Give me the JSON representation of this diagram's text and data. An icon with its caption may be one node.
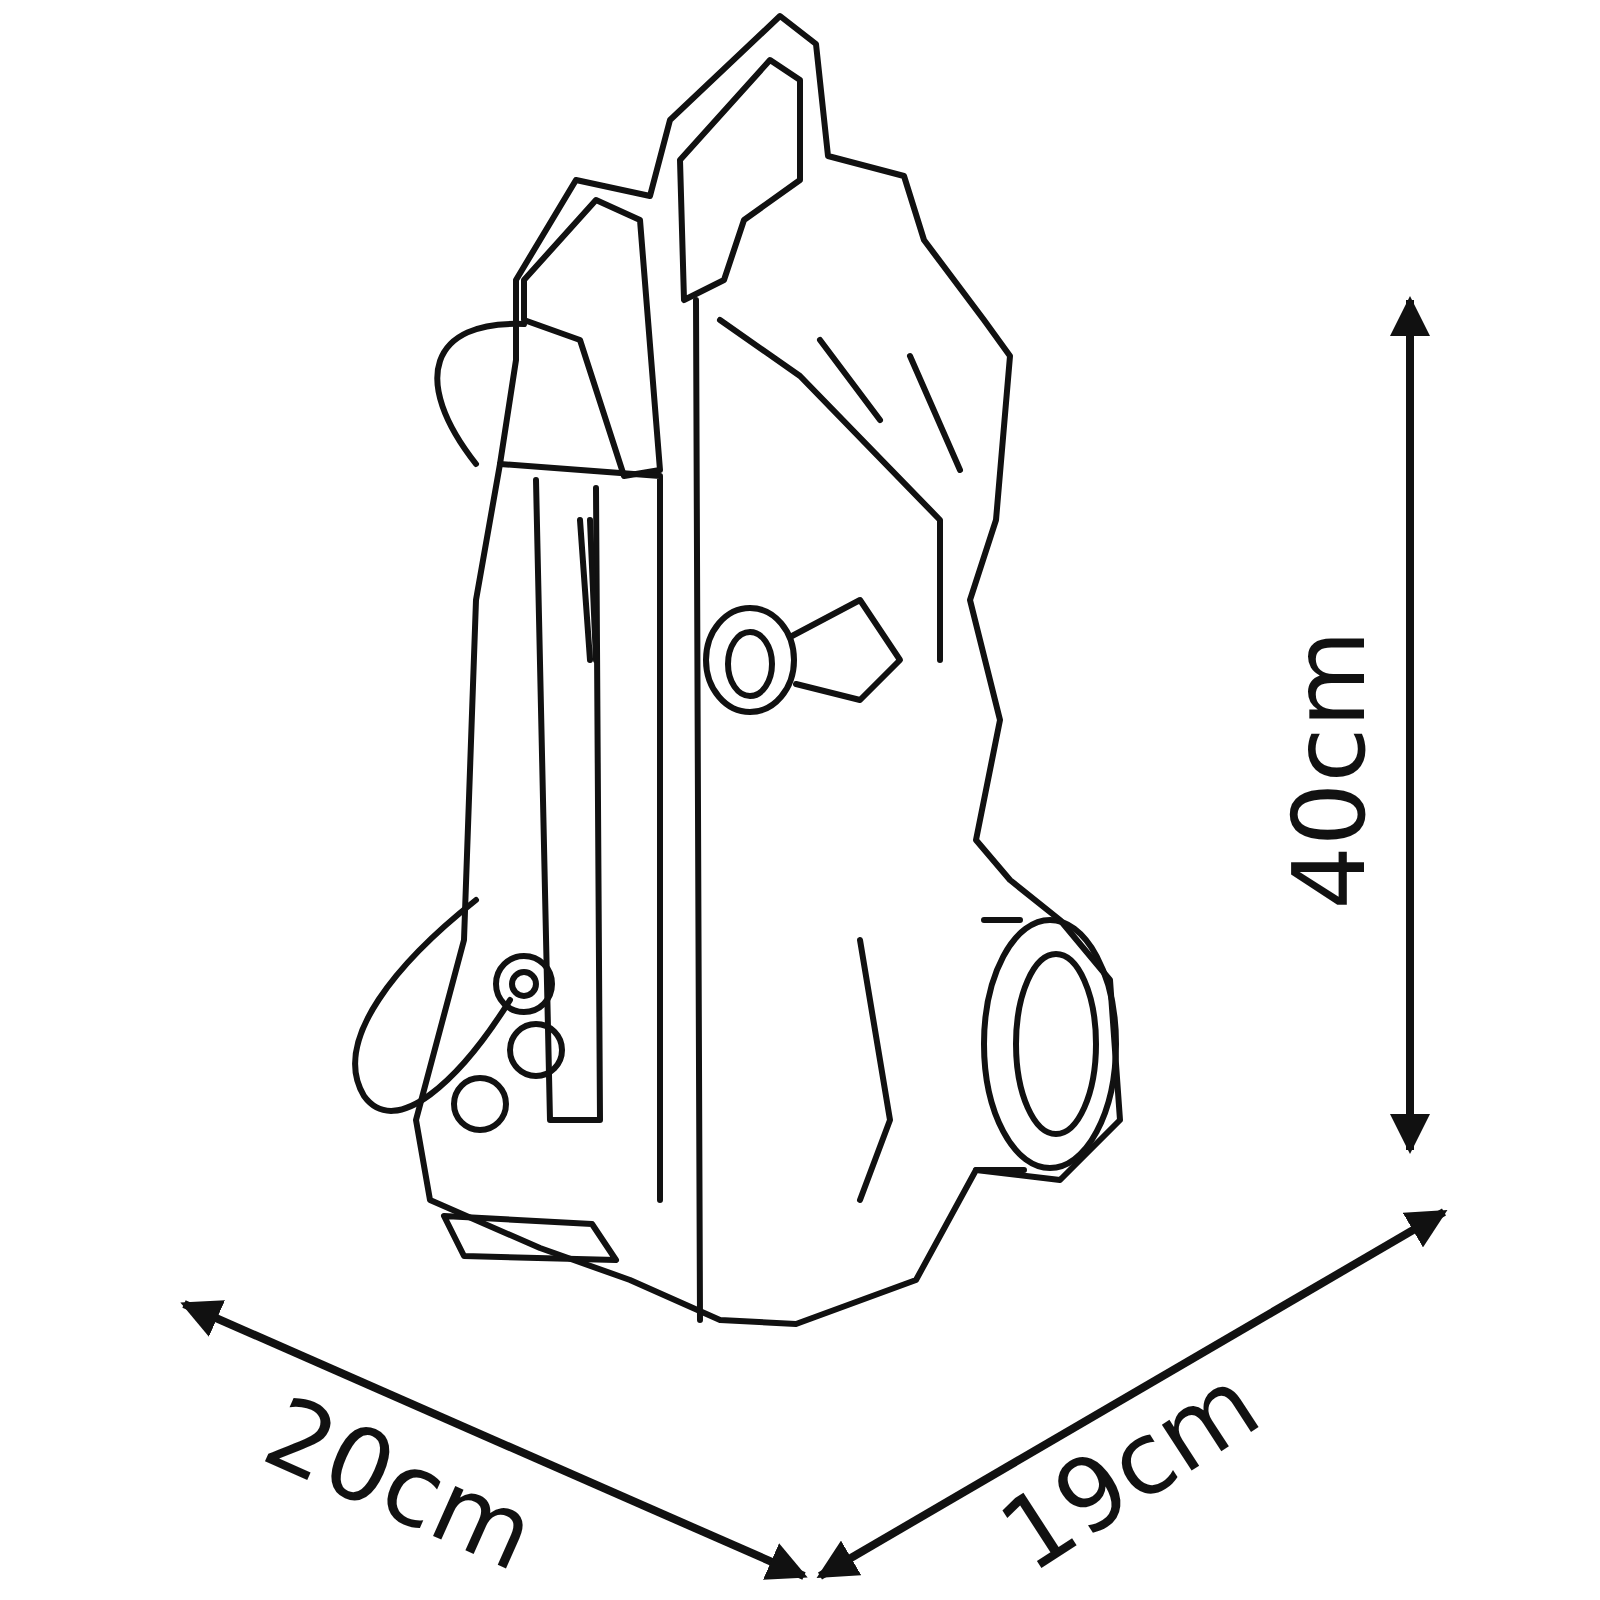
{
  "diagram": {
    "labels": [
      "40cm",
      "20cm",
      "19cm"
    ]
  }
}
